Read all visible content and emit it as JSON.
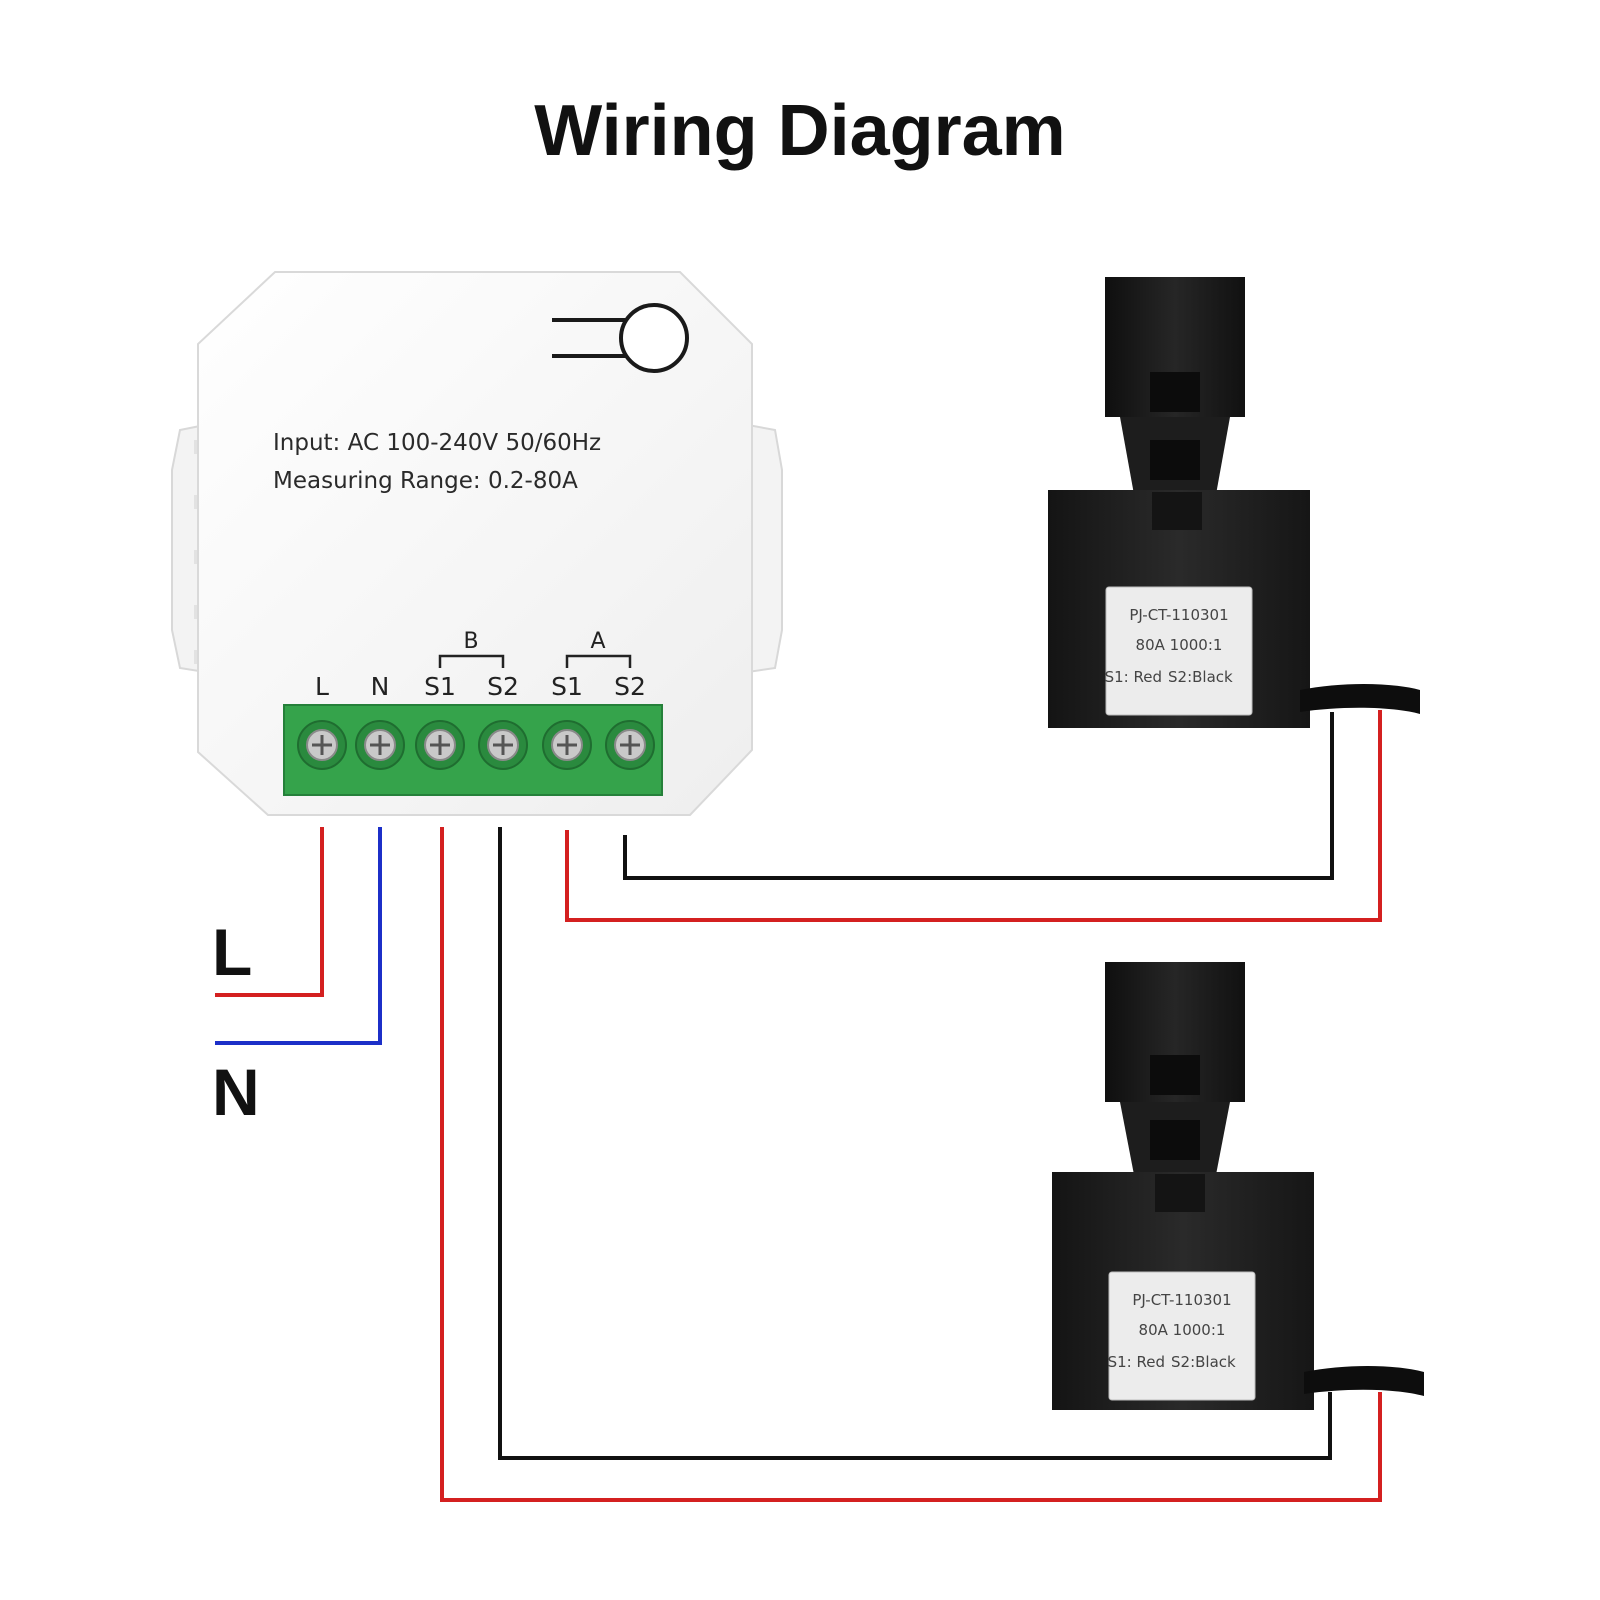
{
  "title": "Wiring Diagram",
  "device": {
    "spec_input": "Input: AC 100-240V 50/60Hz",
    "spec_range": "Measuring Range: 0.2-80A",
    "group_b": "B",
    "group_a": "A",
    "terminals": [
      "L",
      "N",
      "S1",
      "S2",
      "S1",
      "S2"
    ]
  },
  "sensors": [
    {
      "model": "PJ-CT-110301",
      "rating": "80A 1000:1",
      "s1": "S1: Red",
      "s2": "S2:Black"
    },
    {
      "model": "PJ-CT-110301",
      "rating": "80A 1000:1",
      "s1": "S1: Red",
      "s2": "S2:Black"
    }
  ],
  "supply": {
    "line_label": "L",
    "neutral_label": "N"
  },
  "colors": {
    "line_wire": "#d42020",
    "neutral_wire": "#1c2fc8",
    "signal_wire": "#111111",
    "terminal_block": "#35a34b",
    "sensor_body": "#1c1c1c"
  }
}
